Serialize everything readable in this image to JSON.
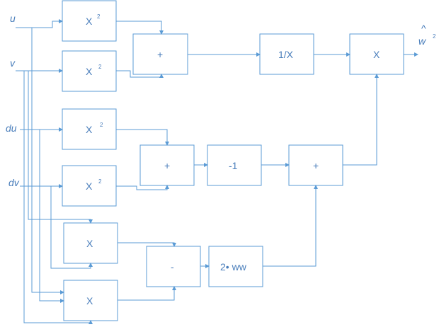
{
  "inputs": {
    "u": "u",
    "v": "v",
    "du": "du",
    "dv": "dv"
  },
  "output": {
    "label": "w",
    "hat": "^",
    "exponent": "2"
  },
  "blocks": {
    "square_op": "X",
    "square_exp": "2",
    "plus": "+",
    "minus": "-",
    "reciprocal": "1/X",
    "multiply": "X",
    "neg_one": "-1",
    "double_ww": "2• ww"
  },
  "colors": {
    "stroke": "#5b9bd5",
    "text": "#4a7ebb",
    "background": "#ffffff"
  }
}
